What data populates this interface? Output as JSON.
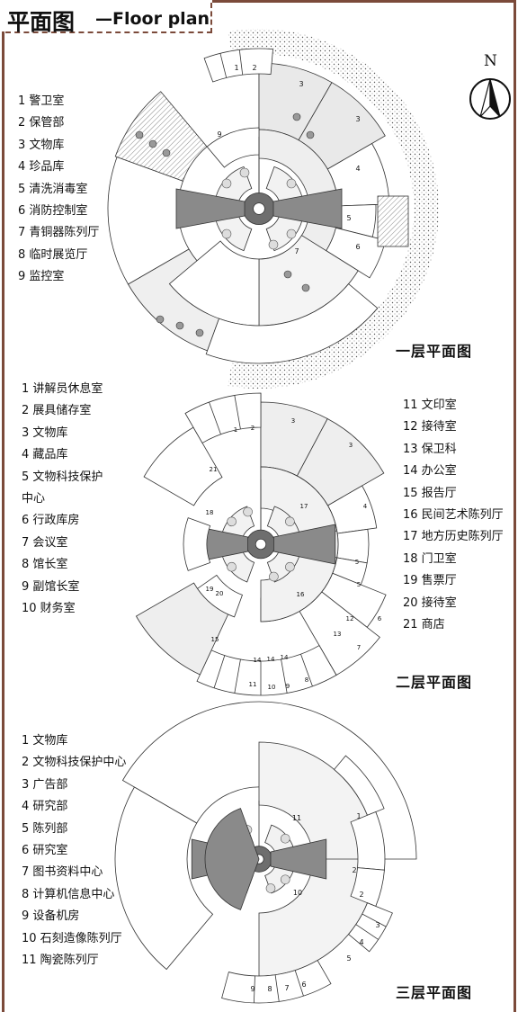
{
  "title": {
    "zh": "平面图",
    "en": "—Floor plan"
  },
  "north": "N",
  "floor1": {
    "label": "一层平面图",
    "legend": [
      "1 警卫室",
      "2 保管部",
      "3 文物库",
      "4 珍品库",
      "5 清洗消毒室",
      "6 消防控制室",
      "7 青铜器陈列厅",
      "8 临时展览厅",
      "9 监控室"
    ],
    "room_numbers": [
      "1",
      "2",
      "3",
      "3",
      "4",
      "5",
      "6",
      "7",
      "9"
    ]
  },
  "floor2": {
    "label": "二层平面图",
    "legend_left": [
      "1 讲解员休息室",
      "2 展具储存室",
      "3 文物库",
      "4 藏品库",
      "5 文物科技保护",
      "中心",
      "6 行政库房",
      "7 会议室",
      "8 馆长室",
      "9 副馆长室",
      "10 财务室"
    ],
    "legend_right": [
      "11 文印室",
      "12 接待室",
      "13 保卫科",
      "14 办公室",
      "15 报告厅",
      "16 民间艺术陈列厅",
      "17 地方历史陈列厅",
      "18 门卫室",
      "19 售票厅",
      "20 接待室",
      "21 商店"
    ],
    "room_numbers": [
      "1",
      "2",
      "3",
      "3",
      "4",
      "5",
      "5",
      "6",
      "7",
      "8",
      "9",
      "10",
      "11",
      "12",
      "13",
      "14",
      "14",
      "14",
      "15",
      "16",
      "17",
      "18",
      "19",
      "20",
      "21"
    ]
  },
  "floor3": {
    "label": "三层平面图",
    "legend": [
      "1 文物库",
      "2 文物科技保护中心",
      "3 广告部",
      "4 研究部",
      "5 陈列部",
      "6 研究室",
      "7 图书资料中心",
      "8 计算机信息中心",
      "9 设备机房",
      "10 石刻造像陈列厅",
      "11 陶瓷陈列厅"
    ],
    "room_numbers": [
      "1",
      "2",
      "2",
      "3",
      "4",
      "5",
      "6",
      "7",
      "8",
      "9",
      "10",
      "11"
    ]
  }
}
